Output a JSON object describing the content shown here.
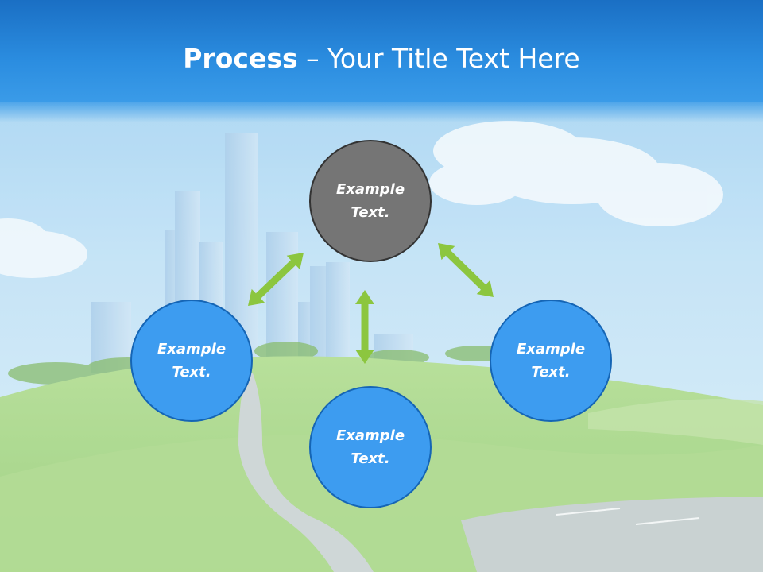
{
  "title": {
    "strong": "Process",
    "rest": " – Your Title Text Here"
  },
  "colors": {
    "header": "#2b8de0",
    "node_gray": "#757575",
    "node_gray_border": "#333333",
    "node_blue": "#3d9cf0",
    "node_blue_border": "#1565b5",
    "arrow": "#8cc63f"
  },
  "nodes": [
    {
      "id": "top",
      "color": "gray",
      "line1": "Example",
      "line2": "Text."
    },
    {
      "id": "left",
      "color": "blue",
      "line1": "Example",
      "line2": "Text."
    },
    {
      "id": "right",
      "color": "blue",
      "line1": "Example",
      "line2": "Text."
    },
    {
      "id": "bottom",
      "color": "blue",
      "line1": "Example",
      "line2": "Text."
    }
  ]
}
